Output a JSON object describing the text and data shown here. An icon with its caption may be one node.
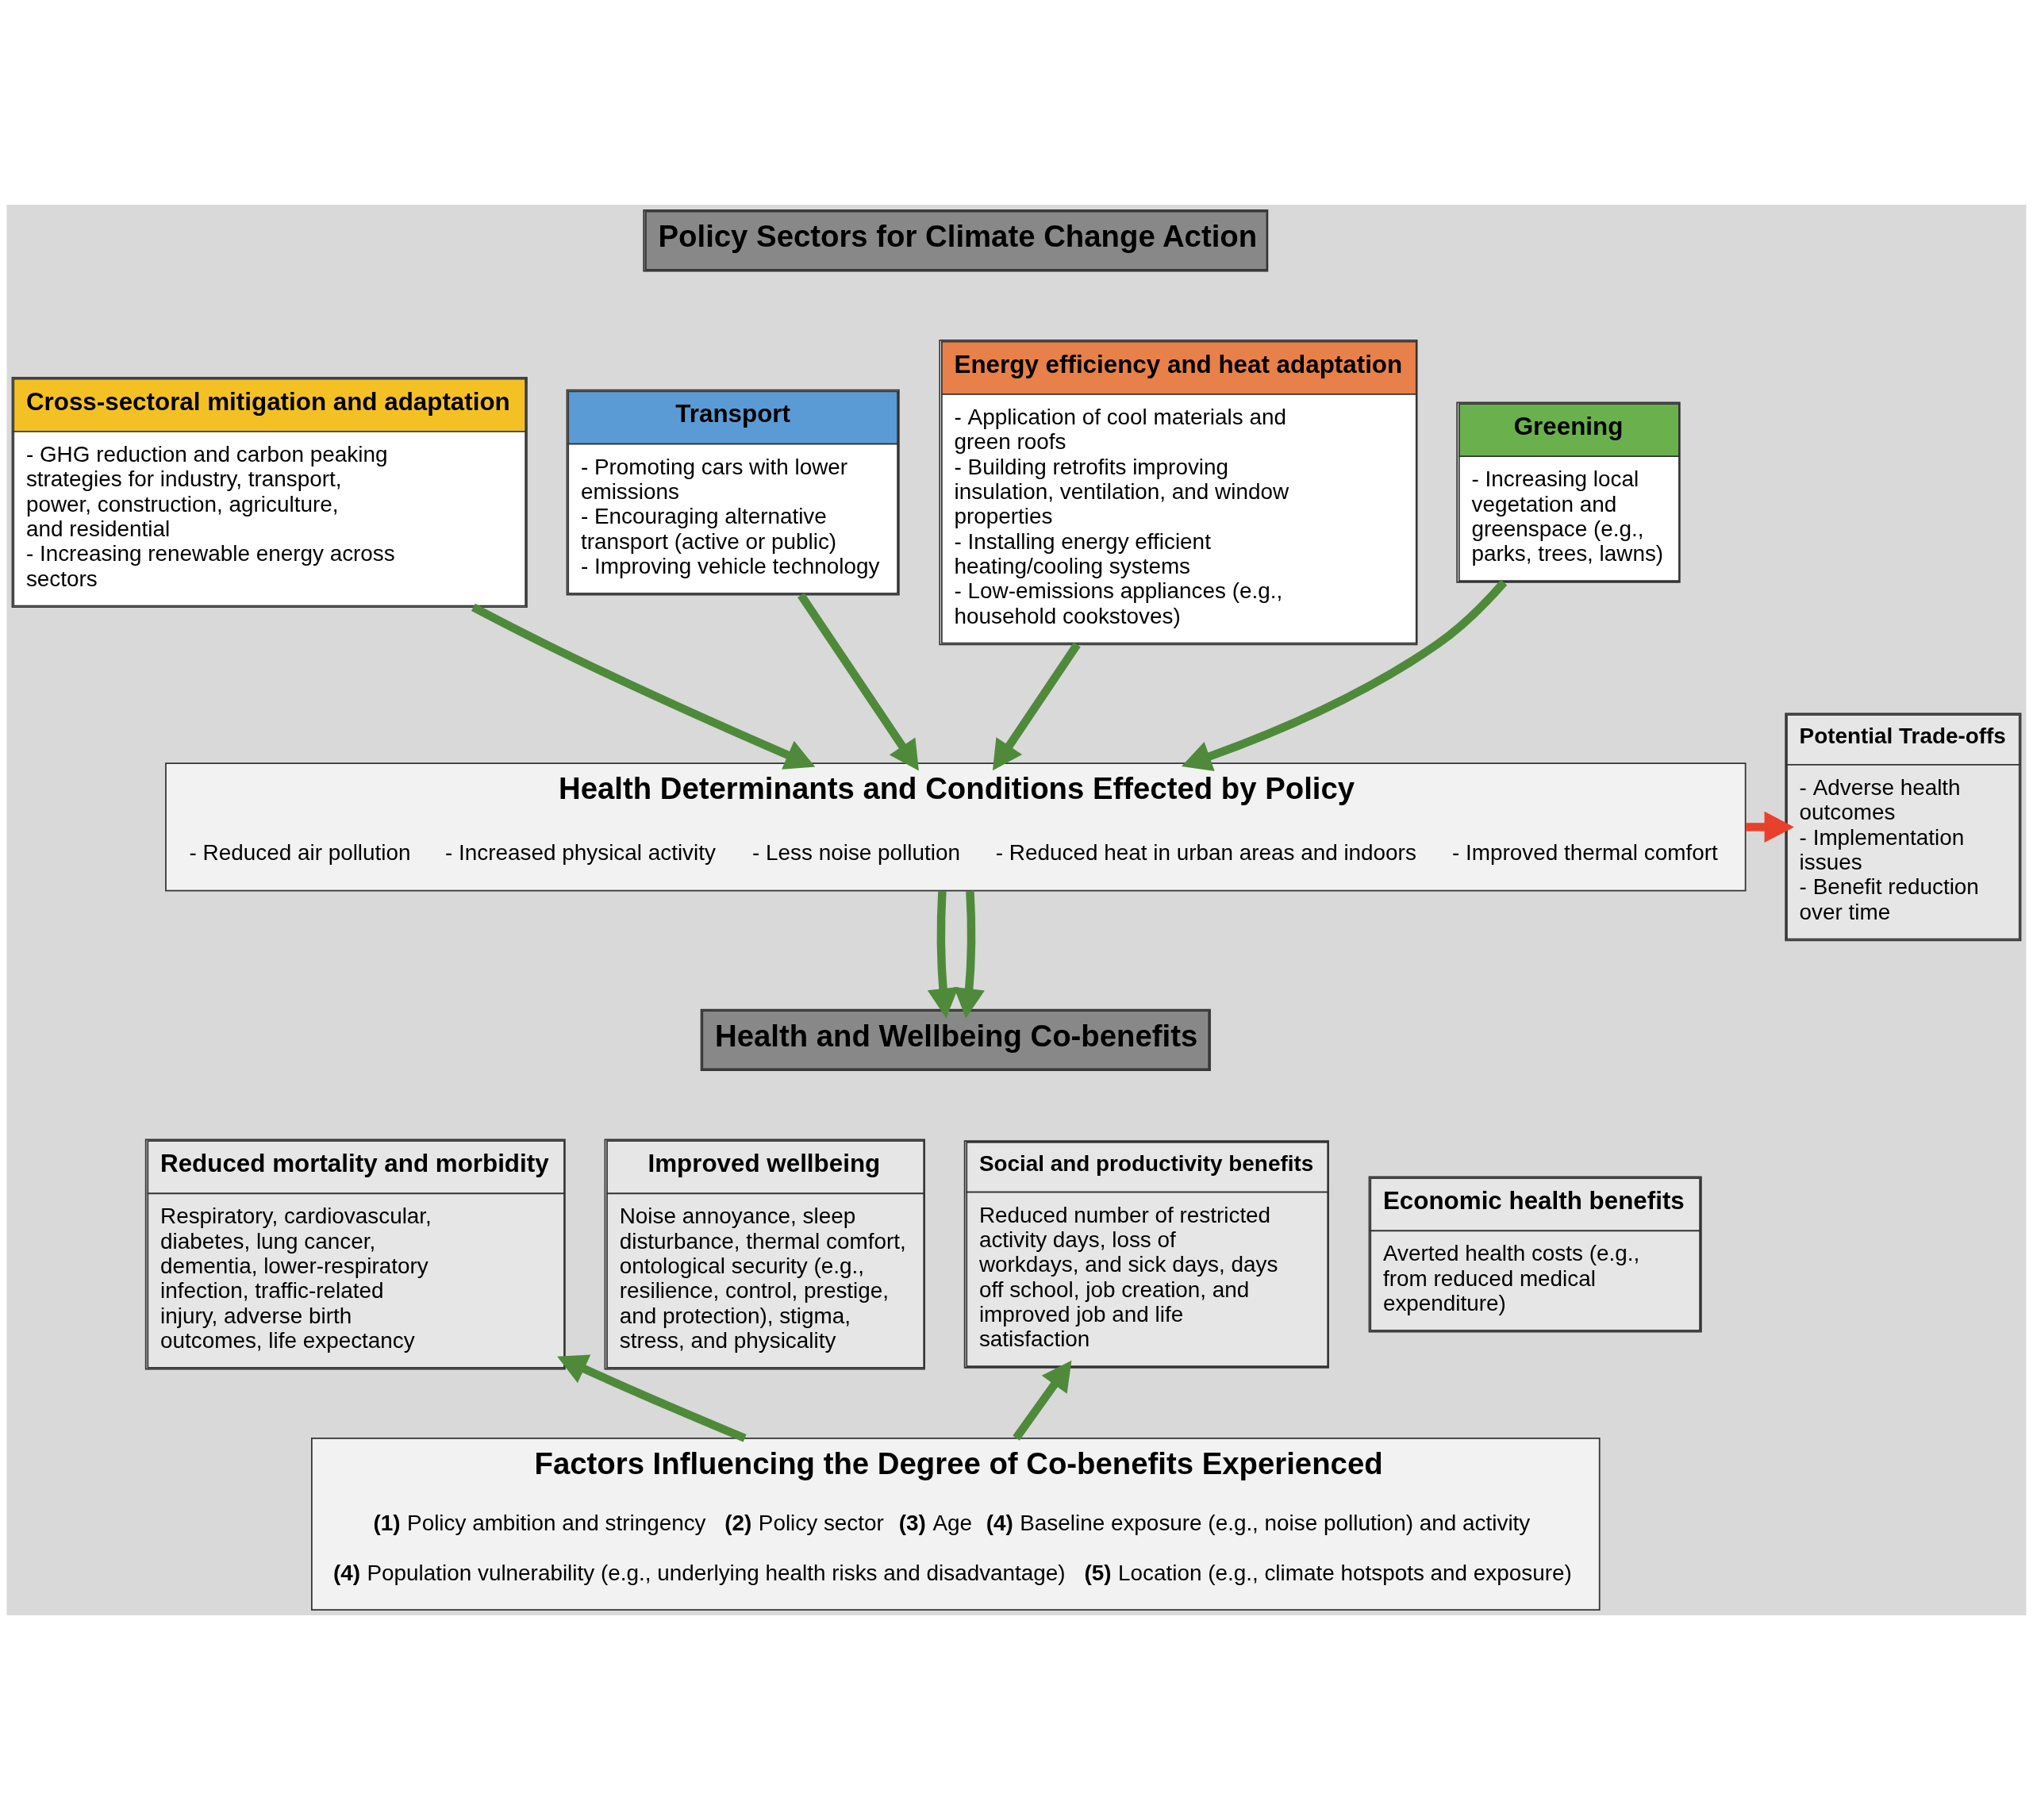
{
  "diagram": {
    "nodes": [
      {
        "text": [
          "Policy Sectors for Climate Change Action"
        ]
      },
      {
        "text": [
          "Cross-sectoral mitigation and adaptation",
          "- GHG reduction and carbon peaking strategies for industry, transport, power, construction, agriculture, and residential",
          "- Increasing renewable energy across sectors"
        ]
      },
      {
        "text": [
          "Transport",
          "- Promoting cars with lower emissions",
          "- Encouraging alternative transport (active or public)",
          "- Improving vehicle technology"
        ]
      },
      {
        "text": [
          "Energy efficiency and heat adaptation",
          "- Application of cool materials and green roofs",
          "- Building retrofits improving insulation, ventilation, and window properties",
          "- Installing energy efficient heating/cooling systems",
          "- Low-emissions appliances (e.g., household cookstoves)"
        ]
      },
      {
        "text": [
          "Greening",
          "- Increasing local vegetation and greenspace (e.g., parks, trees, lawns)"
        ]
      },
      {
        "text": [
          "Health Determinants and Conditions Effected by Policy",
          "- Reduced air pollution",
          "- Increased physical activity",
          "- Less noise pollution",
          "- Reduced heat in urban areas and indoors",
          "- Improved thermal comfort"
        ]
      },
      {
        "text": [
          "Potential Trade-offs",
          "- Adverse health outcomes",
          "- Implementation issues",
          "- Benefit reduction over time"
        ]
      },
      {
        "text": [
          "Health and Wellbeing Co-benefits"
        ]
      },
      {
        "text": [
          "Reduced mortality and morbidity",
          "Respiratory, cardiovascular, diabetes, lung cancer, dementia, lower-respiratory infection, traffic-related injury, adverse birth outcomes, life expectancy"
        ]
      },
      {
        "text": [
          "Improved wellbeing",
          "Noise annoyance, sleep disturbance, thermal comfort, ontological security (e.g., resilience, control, prestige, and protection), stigma, stress, and physicality"
        ]
      },
      {
        "text": [
          "Social and productivity benefits",
          "Reduced number of restricted activity days, loss of workdays, and sick days, days off school, job creation, and improved job and life satisfaction"
        ]
      },
      {
        "text": [
          "Economic health benefits",
          "Averted health costs (e.g., from reduced medical expenditure)"
        ]
      },
      {
        "text": [
          "Factors Influencing the Degree of Co-benefits Experienced",
          "**(1)** Policy ambition and stringency  **(2)** Policy sector  **(3)** Age  **(4)** Baseline exposure (e.g., noise pollution) and activity",
          "**(4)** Population vulnerability (e.g., underlying health risks and disadvantage) **(5)** Location (e.g., climate hotspots and exposure)"
        ]
      }
    ],
    "edges": [
      {
        "from": 1,
        "to": 5,
        "arrow": "to"
      },
      {
        "from": 2,
        "to": 5,
        "arrow": "to"
      },
      {
        "from": 3,
        "to": 5,
        "arrow": "to"
      },
      {
        "from": 4,
        "to": 5,
        "arrow": "to"
      },
      {
        "from": 5,
        "to": 6,
        "arrow": "to",
        "color": "#e8402a"
      },
      {
        "from": 5,
        "to": 7,
        "arrow": "to"
      },
      {
        "from": 5,
        "to": 7,
        "arrow": "to"
      },
      {
        "from": 12,
        "to": 8,
        "arrow": "to"
      },
      {
        "from": 12,
        "to": 10,
        "arrow": "to"
      }
    ]
  }
}
